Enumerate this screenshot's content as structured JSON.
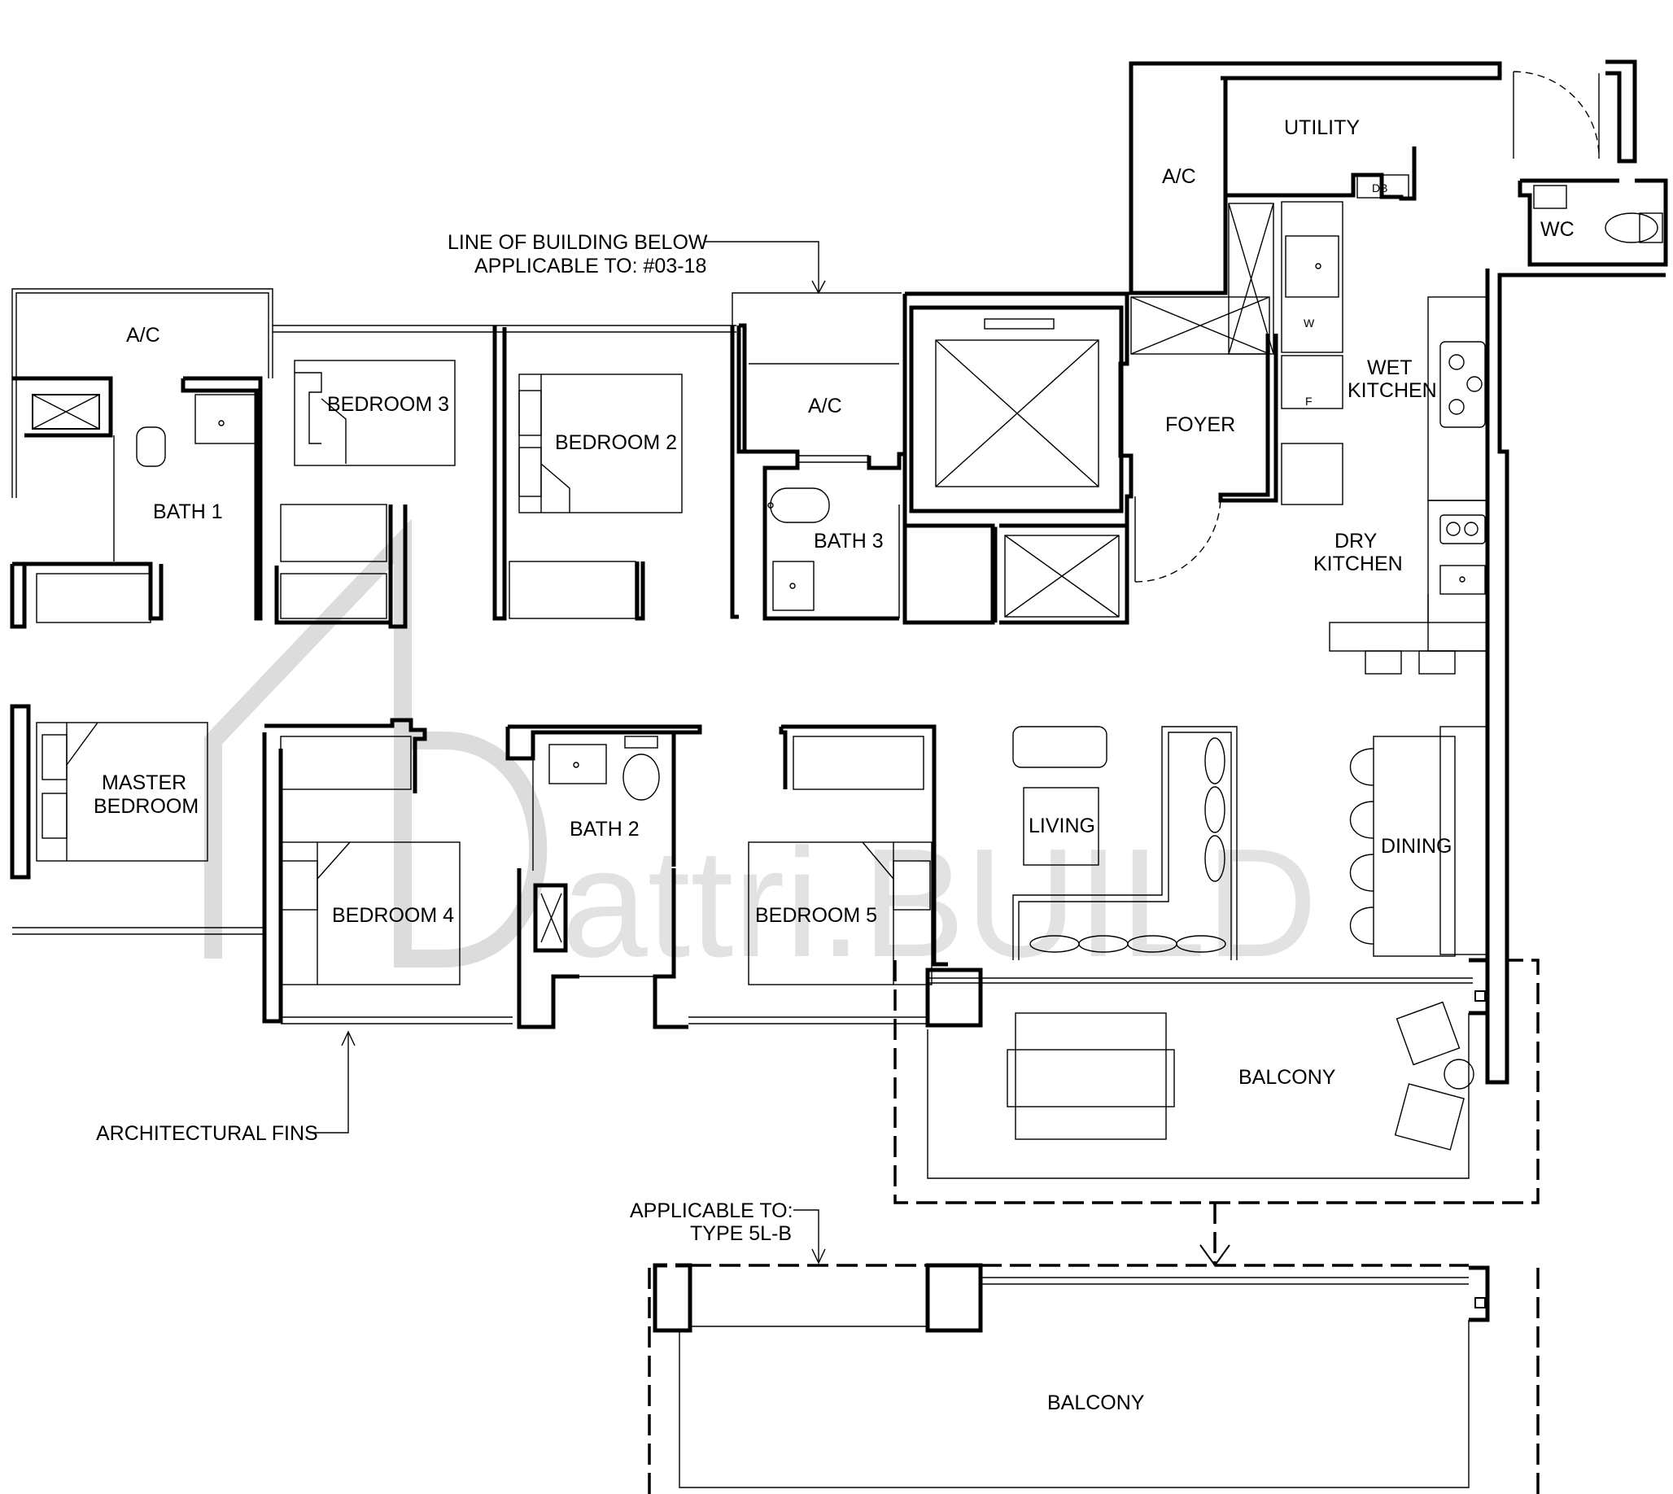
{
  "rooms": {
    "utility": "UTILITY",
    "ac_top": "A/C",
    "db": "DB",
    "wc": "WC",
    "ac_left": "A/C",
    "bedroom3": "BEDROOM 3",
    "bedroom2": "BEDROOM 2",
    "ac_mid": "A/C",
    "foyer": "FOYER",
    "washer": "W",
    "fridge": "F",
    "wet_kitchen_1": "WET",
    "wet_kitchen_2": "KITCHEN",
    "bath1": "BATH 1",
    "bath3": "BATH 3",
    "dry_kitchen_1": "DRY",
    "dry_kitchen_2": "KITCHEN",
    "master_1": "MASTER",
    "master_2": "BEDROOM",
    "bath2": "BATH 2",
    "living": "LIVING",
    "dining": "DINING",
    "bedroom4": "BEDROOM 4",
    "bedroom5": "BEDROOM 5",
    "balcony": "BALCONY",
    "balcony_alt": "BALCONY"
  },
  "notes": {
    "building_below_1": "LINE OF BUILDING BELOW",
    "building_below_2": "APPLICABLE TO: #03-18",
    "fins": "ARCHITECTURAL FINS",
    "type_1": "APPLICABLE TO:",
    "type_2": "TYPE 5L-B"
  },
  "watermark": {
    "text": "attri.BUILD"
  }
}
